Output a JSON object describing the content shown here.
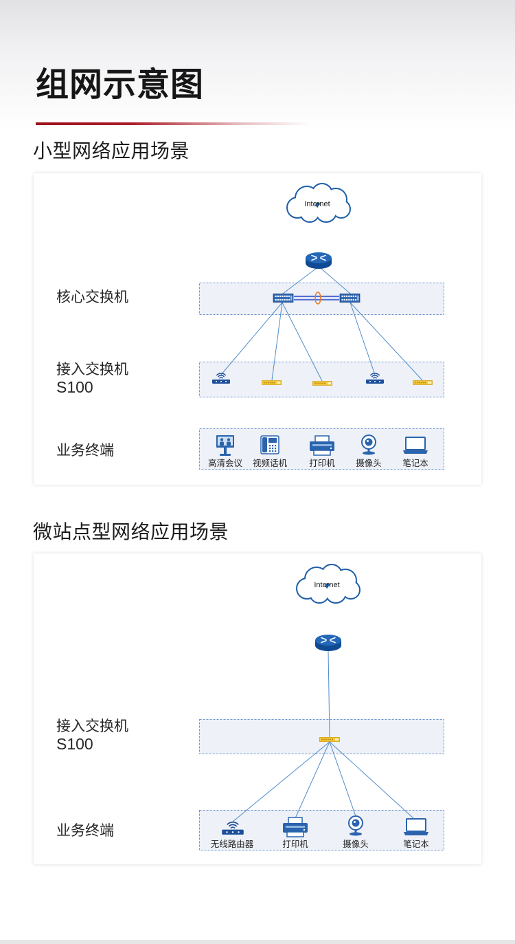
{
  "page": {
    "title": "组网示意图",
    "accent_color": "#9b111e"
  },
  "scenarios": [
    {
      "title": "小型网络应用场景",
      "internet": {
        "label": "Internet",
        "icon": "cloud-icon"
      },
      "gateway": {
        "icon": "router-icon"
      },
      "core_layer": {
        "label": "核心交换机",
        "devices": [
          "core-switch-icon",
          "core-switch-icon"
        ]
      },
      "access_layer": {
        "label": "接入交换机",
        "model": "S100",
        "devices": [
          "wireless-router-icon",
          "access-switch-icon",
          "access-switch-icon",
          "wireless-router-icon",
          "access-switch-icon"
        ]
      },
      "terminal_layer": {
        "label": "业务终端",
        "devices": [
          {
            "label": "高清会议",
            "icon": "video-conference-icon"
          },
          {
            "label": "视频话机",
            "icon": "video-phone-icon"
          },
          {
            "label": "打印机",
            "icon": "printer-icon"
          },
          {
            "label": "摄像头",
            "icon": "camera-icon"
          },
          {
            "label": "笔记本",
            "icon": "laptop-icon"
          }
        ]
      }
    },
    {
      "title": "微站点型网络应用场景",
      "internet": {
        "label": "Internet",
        "icon": "cloud-icon"
      },
      "gateway": {
        "icon": "router-icon"
      },
      "access_layer": {
        "label": "接入交换机",
        "model": "S100",
        "devices": [
          "access-switch-icon"
        ]
      },
      "terminal_layer": {
        "label": "业务终端",
        "devices": [
          {
            "label": "无线路由器",
            "icon": "wireless-router-icon"
          },
          {
            "label": "打印机",
            "icon": "printer-icon"
          },
          {
            "label": "摄像头",
            "icon": "camera-icon"
          },
          {
            "label": "笔记本",
            "icon": "laptop-icon"
          }
        ]
      }
    }
  ],
  "colors": {
    "diagram_blue": "#2a64ad",
    "link_blue": "#4f8cc9",
    "access_switch_yellow": "#f6c93a",
    "stack_link_orange": "#e2791f",
    "layer_box_fill": "#eef1f7"
  }
}
